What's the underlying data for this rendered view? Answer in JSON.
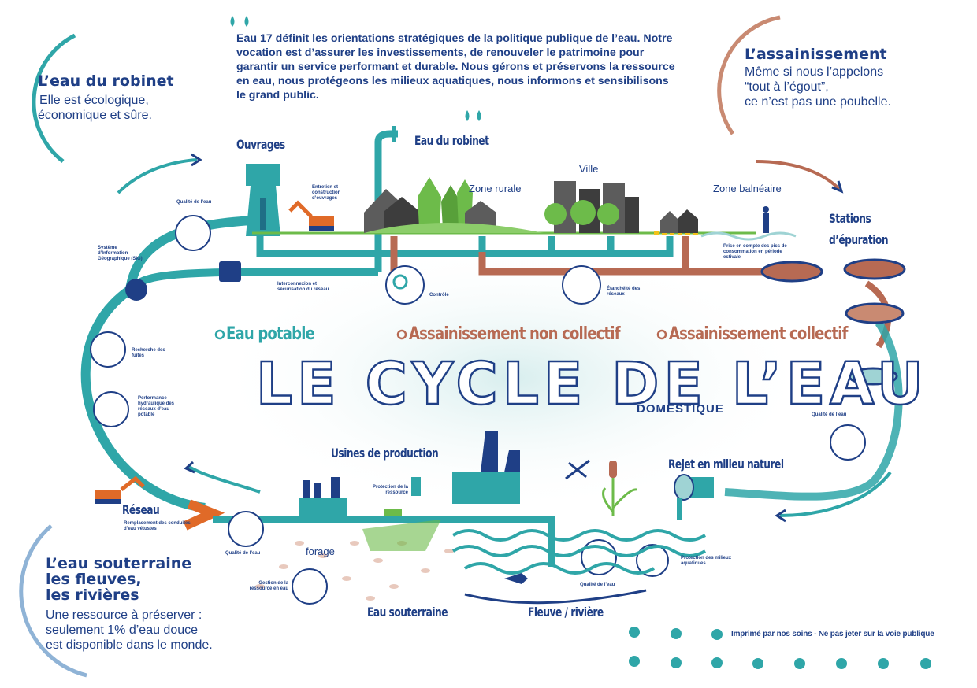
{
  "intro": "Eau 17 définit les orientations stratégiques de la politique publique de l’eau. Notre vocation est d’assurer les investissements, de renouveler le patrimoine pour garantir un service performant et durable. Nous gérons et préservons la ressource en eau, nous protégeons les milieux aquatiques, nous informons et sensibilisons le grand public.",
  "corners": {
    "robinet": {
      "title": "L’eau du robinet",
      "line1": "Elle est écologique,",
      "line2": "économique et sûre."
    },
    "assainissement": {
      "title": "L’assainissement",
      "line1": "Même si nous l’appelons",
      "line2": "“tout à l’égout”,",
      "line3": "ce n’est pas une poubelle."
    },
    "souterraine": {
      "title1": "L’eau souterraine",
      "title2": "les fleuves,",
      "title3": "les rivières",
      "line1": "Une ressource à préserver :",
      "line2": "seulement 1% d’eau douce",
      "line3": "est disponible dans le monde."
    }
  },
  "labels": {
    "ouvrages": "Ouvrages",
    "eau_robinet": "Eau du robinet",
    "zone_rurale": "Zone rurale",
    "ville": "Ville",
    "zone_balneaire": "Zone balnéaire",
    "stations1": "Stations",
    "stations2": "d’épuration",
    "rejet": "Rejet en milieu naturel",
    "usines": "Usines de production",
    "reseau": "Réseau",
    "forage": "forage",
    "eau_souterraine": "Eau souterraine",
    "fleuve": "Fleuve / rivière"
  },
  "tiny": {
    "qualite1": "Qualité de l’eau",
    "entretien": "Entretien et construction d’ouvrages",
    "sig": "Système d’Information Géographique (SIG)",
    "interconnexion": "Interconnexion et sécurisation du réseau",
    "controle": "Contrôle",
    "etancheite": "Étanchéité des réseaux",
    "prise": "Prise en compte des pics de consommation en période estivale",
    "recherche": "Recherche des fuites",
    "performance": "Performance hydraulique des réseaux d’eau potable",
    "qualite2": "Qualité de l’eau",
    "remplacement": "Remplacement des conduites d’eau vétustes",
    "qualite3": "Qualité de l’eau",
    "protection_ressource": "Protection de la ressource",
    "gestion": "Gestion de la ressource en eau",
    "qualite4": "Qualité de l’eau",
    "protection_milieux": "Protection des milieux aquatiques"
  },
  "categories": {
    "potable": "Eau potable",
    "non_collectif": "Assainissement non collectif",
    "collectif": "Assainissement collectif"
  },
  "title": "LE CYCLE DE L’EAU",
  "subtitle": "DOMESTIQUE",
  "footer": "Imprimé par nos soins - Ne pas jeter sur la voie publique",
  "colors": {
    "navy": "#1f3f86",
    "teal": "#2fa6a8",
    "rust": "#b76a53",
    "green": "#6dbb4a",
    "orange": "#e06a28"
  }
}
